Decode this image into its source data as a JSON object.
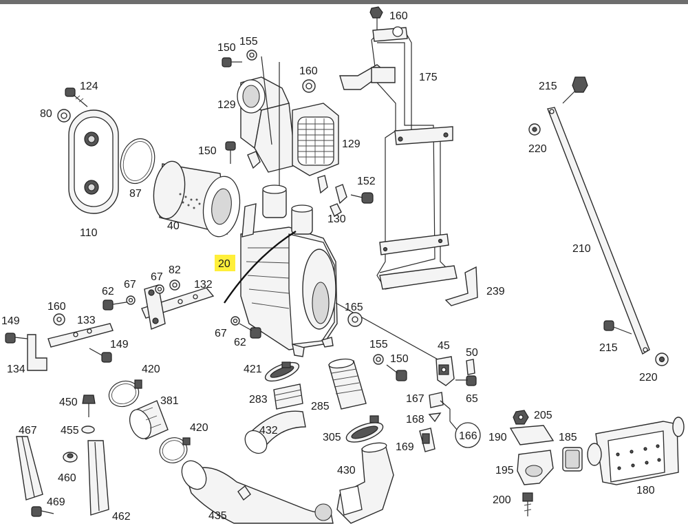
{
  "colors": {
    "background": "#ffffff",
    "frame_bar": "#6d6d6d",
    "line": "#2a2a2a",
    "highlight": "#ffef3a"
  },
  "callouts": {
    "c20": "20",
    "c40": "40",
    "c45": "45",
    "c50": "50",
    "c62a": "62",
    "c62b": "62",
    "c65": "65",
    "c67a": "67",
    "c67b": "67",
    "c67c": "67",
    "c80": "80",
    "c82": "82",
    "c87": "87",
    "c110": "110",
    "c124": "124",
    "c129a": "129",
    "c129b": "129",
    "c130": "130",
    "c132": "132",
    "c133": "133",
    "c134": "134",
    "c149a": "149",
    "c149b": "149",
    "c150a": "150",
    "c150b": "150",
    "c150c": "150",
    "c152": "152",
    "c155a": "155",
    "c155b": "155",
    "c160a": "160",
    "c160b": "160",
    "c160c": "160",
    "c165": "165",
    "c166": "166",
    "c167": "167",
    "c168": "168",
    "c169": "169",
    "c175": "175",
    "c180": "180",
    "c185": "185",
    "c190": "190",
    "c195": "195",
    "c200": "200",
    "c205": "205",
    "c210": "210",
    "c215a": "215",
    "c215b": "215",
    "c220a": "220",
    "c220b": "220",
    "c239": "239",
    "c283": "283",
    "c285": "285",
    "c305": "305",
    "c381": "381",
    "c420a": "420",
    "c420b": "420",
    "c421": "421",
    "c430": "430",
    "c432": "432",
    "c435": "435",
    "c450": "450",
    "c455": "455",
    "c460": "460",
    "c462": "462",
    "c467": "467",
    "c469": "469"
  }
}
